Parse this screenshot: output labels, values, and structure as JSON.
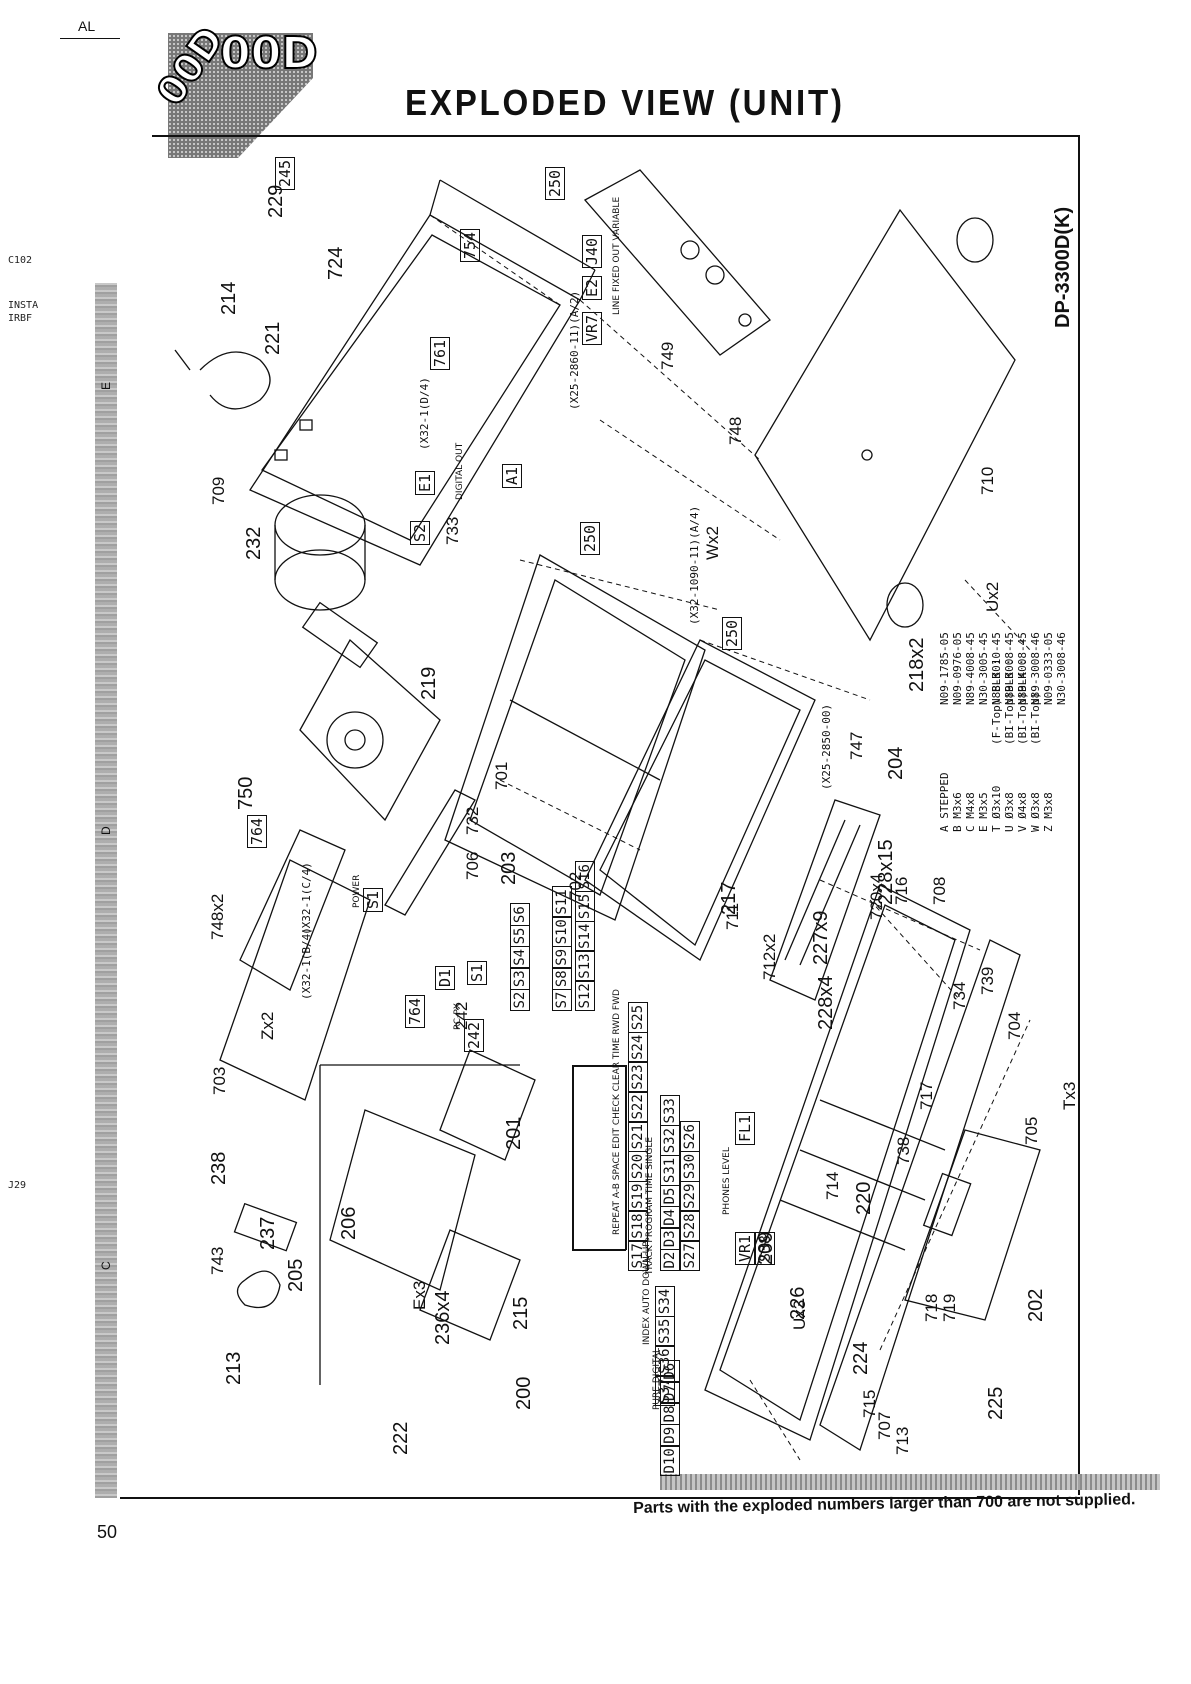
{
  "header": {
    "corner_label": "AL",
    "badge_top": "00D",
    "badge_bottom": "00D",
    "title": "EXPLODED VIEW (UNIT)"
  },
  "model": "DP-3300D(K)",
  "footer": {
    "note": "Parts with the exploded numbers larger than 700 are not supplied.",
    "page_number": "50"
  },
  "margin_notes": [
    "C102",
    "INSTA",
    "IRBF",
    "J29",
    "E",
    "D",
    "C"
  ],
  "legend": {
    "screws": [
      "A  STEPPED",
      "B  M3x6",
      "C  M4x8",
      "E  M3x5",
      "T  Ø3x10",
      "U  Ø3x8",
      "V  Ø4x8",
      "W  Ø3x8",
      "Z  M3x8"
    ],
    "notes": [
      "",
      "",
      "",
      "",
      "(F-Top) BLK :",
      "(BI-Top)BLK :",
      "(BI-Top)BLK :",
      "(BI-Top)",
      ""
    ],
    "parts": [
      "N09-1785-05",
      "N09-0976-05",
      "N89-4008-45",
      "N30-3005-45",
      "N88-3010-45",
      "N89-3008-45",
      "N89-4008-45",
      "N89-3008-46",
      "N09-0333-05",
      "N30-3008-46"
    ]
  },
  "part_numbers": [
    "214",
    "221",
    "229",
    "232",
    "219",
    "750",
    "748x2",
    "703",
    "238",
    "237",
    "205",
    "213",
    "206",
    "215",
    "222",
    "236x4",
    "201",
    "200",
    "203",
    "242",
    "701",
    "702",
    "733",
    "709",
    "710",
    "218x2",
    "204",
    "217",
    "227x9",
    "228x15",
    "228x4",
    "226",
    "209",
    "220",
    "224",
    "225",
    "202",
    "705",
    "704",
    "739",
    "734",
    "708",
    "716",
    "747",
    "749",
    "748",
    "761",
    "754",
    "724",
    "245",
    "250",
    "711",
    "712x2",
    "738",
    "717",
    "713",
    "707",
    "715",
    "719",
    "718",
    "714",
    "720x4",
    "Ux2",
    "Ux3",
    "Tx3",
    "Wx2",
    "Zx2",
    "Ex3",
    "732",
    "706",
    "743"
  ],
  "boxed_labels": [
    "245",
    "250",
    "250",
    "250",
    "754",
    "761",
    "764",
    "764",
    "242",
    "S1",
    "D1",
    "S1",
    "S2",
    "A1",
    "E1",
    "VR7",
    "E2",
    "J40",
    "VR1",
    "S38",
    "FL1"
  ],
  "connector_labels": [
    "(X25-2860-11)(A/2)",
    "(X32-1090-11)(A/4)",
    "(X25-2850-00)",
    "(X32-1(C/4)",
    "(X32-1(B/4)",
    "(X32-1(D/4)"
  ],
  "switch_panel": {
    "row1": [
      "S7",
      "S8",
      "S9",
      "S10",
      "S11"
    ],
    "row2": [
      "S2",
      "S3",
      "S4",
      "S5",
      "S6"
    ],
    "row3": [
      "S12",
      "S13",
      "S14",
      "S15",
      "S16"
    ],
    "row4": [
      "S17",
      "S18",
      "S19",
      "S20",
      "S21",
      "S22",
      "S23",
      "S24",
      "S25"
    ],
    "row5": [
      "D2",
      "D3",
      "D4",
      "D5",
      "S31",
      "S32",
      "S33"
    ],
    "row6": [
      "S27",
      "S28",
      "S29",
      "S30",
      "S26"
    ],
    "row7": [
      "S37",
      "S36",
      "S35",
      "S34"
    ],
    "row8": [
      "D10",
      "D9",
      "D8",
      "D7",
      "D6"
    ],
    "labels": {
      "repeat": "REPEAT  A-B  SPACE  EDIT  CHECK  CLEAR  TIME  RWD  FWD",
      "track": "TRACK  PROGRAM  TIME  SINGLE",
      "index": "INDEX  AUTO  DOWN  UP",
      "pure_digital": "PURE DIGITAL",
      "phones_level": "PHONES LEVEL",
      "rc_px": "RC-PX",
      "power": "POWER",
      "digital_out": "DIGITAL OUT",
      "line_fixed": "LINE  FIXED  OUT  VARIABLE"
    }
  }
}
